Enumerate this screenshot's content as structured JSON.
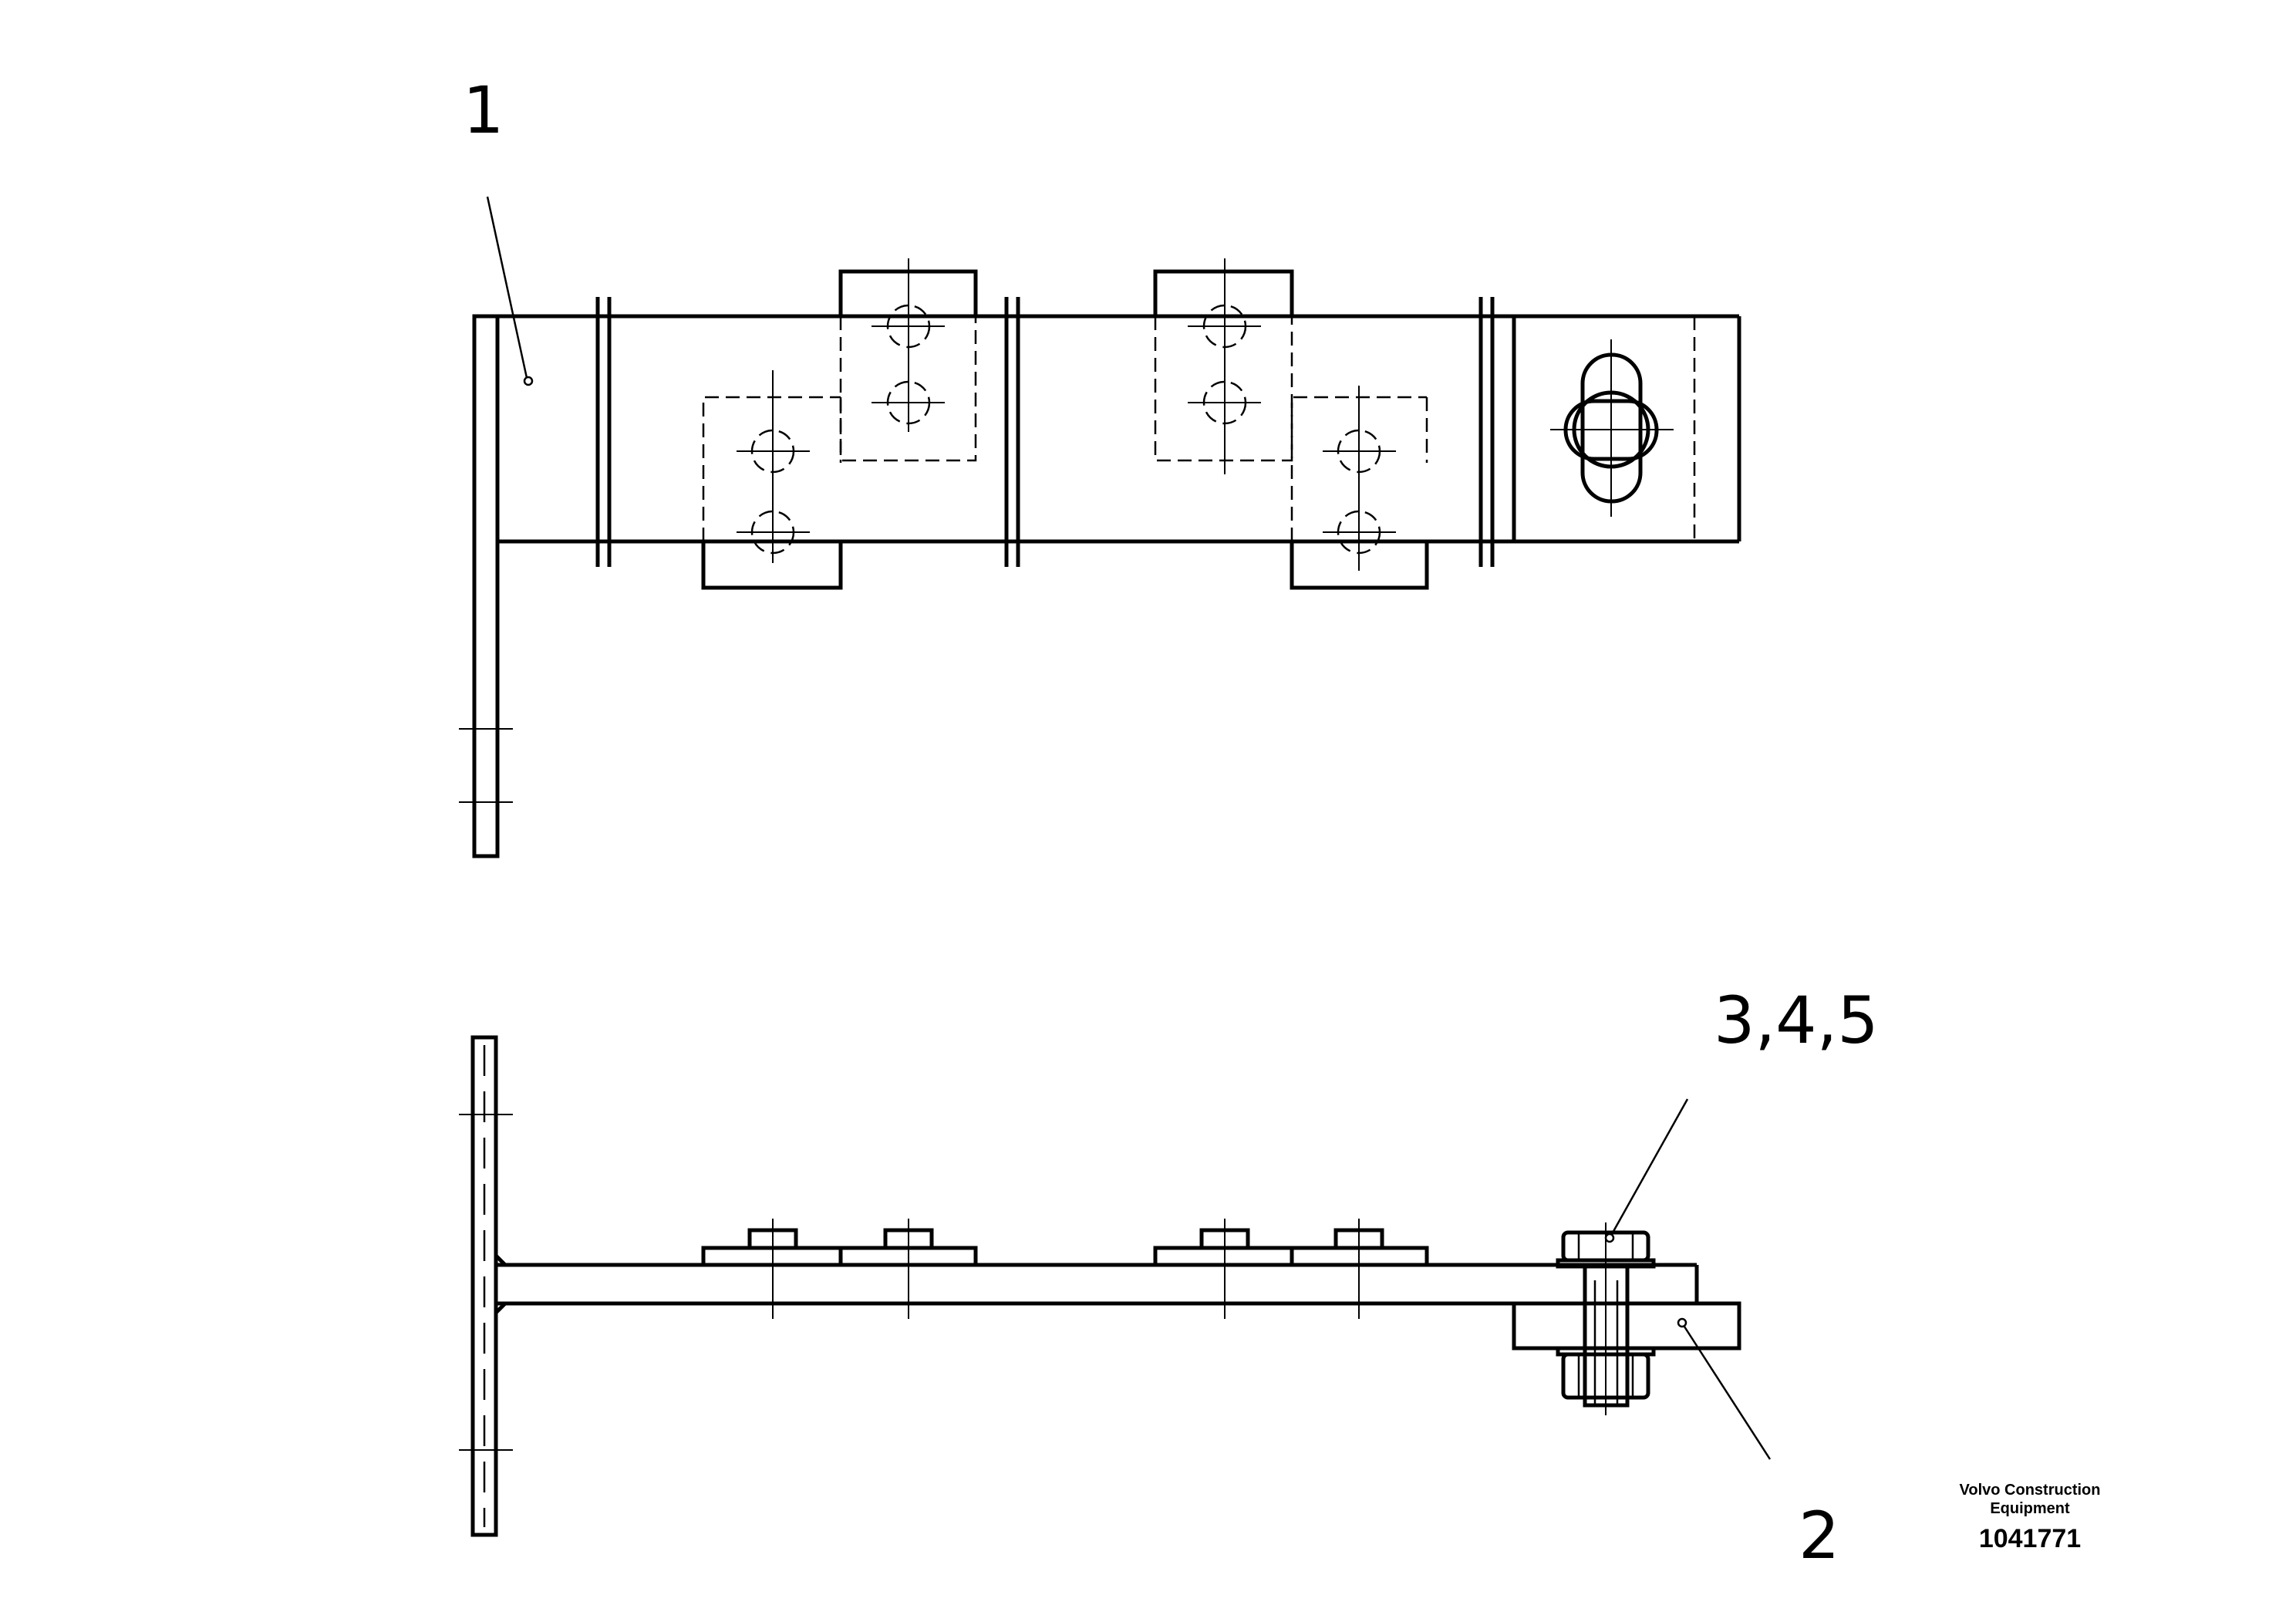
{
  "callouts": {
    "top_view_item": "1",
    "bolt_assembly_items": "3,4,5",
    "bracket_plate_item": "2"
  },
  "footer": {
    "brand_line1": "Volvo Construction",
    "brand_line2": "Equipment",
    "part_number": "1041771"
  }
}
